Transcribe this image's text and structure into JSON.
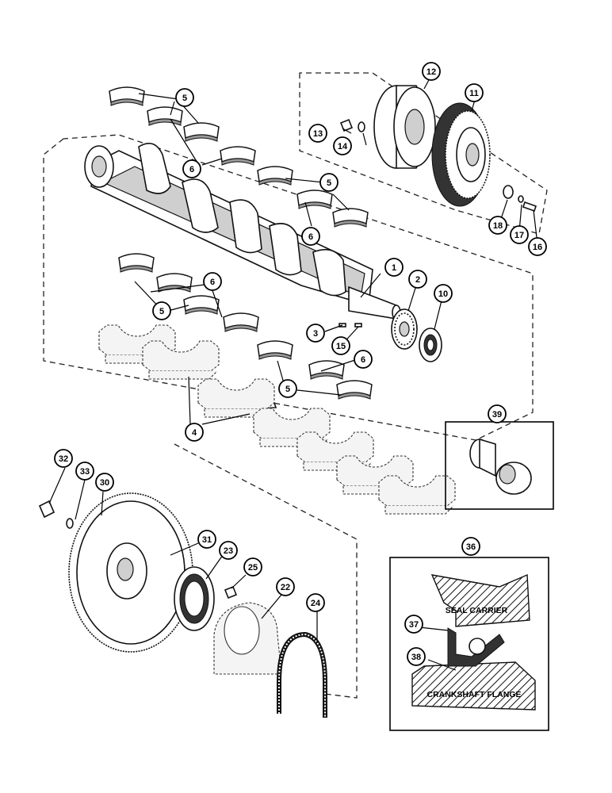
{
  "callouts": {
    "c1": "1",
    "c2": "2",
    "c3": "3",
    "c4": "4",
    "c5a": "5",
    "c5b": "5",
    "c5c": "5",
    "c5d": "5",
    "c6a": "6",
    "c6b": "6",
    "c6c": "6",
    "c6d": "6",
    "c10": "10",
    "c11": "11",
    "c12": "12",
    "c13": "13",
    "c14": "14",
    "c15": "15",
    "c16": "16",
    "c17": "17",
    "c18": "18",
    "c22": "22",
    "c23": "23",
    "c24": "24",
    "c25": "25",
    "c30": "30",
    "c31": "31",
    "c32": "32",
    "c33": "33",
    "c36": "36",
    "c37": "37",
    "c38": "38",
    "c39": "39"
  },
  "labels": {
    "seal_carrier": "SEAL CARRIER",
    "crankshaft_flange": "CRANKSHAFT FLANGE"
  }
}
